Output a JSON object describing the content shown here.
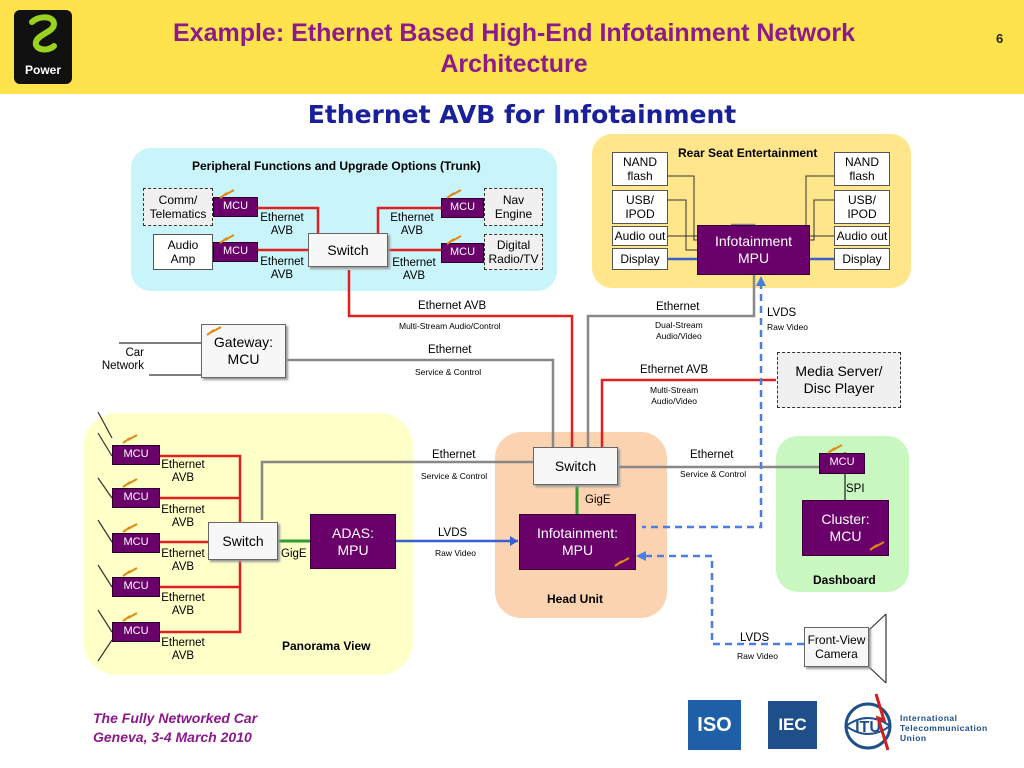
{
  "header": {
    "logo_text": "Power",
    "title_line1": "Example:  Ethernet Based High-End Infotainment Network",
    "title_line2": "Architecture",
    "slide_number": "6"
  },
  "subtitle": "Ethernet AVB for Infotainment",
  "colors": {
    "header_bg": "#ffe34d",
    "title": "#8b1a8b",
    "subtitle": "#1a2099",
    "avb_link": "#e02020",
    "ethernet_link": "#888888",
    "gige_link": "#2e9c2e",
    "lvds_link": "#4a7ee0",
    "mcu": "#6a006a"
  },
  "peripheral": {
    "title": "Peripheral Functions and Upgrade Options (Trunk)",
    "comm_telematics": [
      "Comm/",
      "Telematics"
    ],
    "audio_amp": [
      "Audio",
      "Amp"
    ],
    "nav_engine": [
      "Nav",
      "Engine"
    ],
    "digital_radio": [
      "Digital",
      "Radio/TV"
    ],
    "mcu": "MCU",
    "switch": "Switch",
    "eth_avb": [
      "Ethernet",
      "AVB"
    ]
  },
  "rear_seat": {
    "title": "Rear Seat Entertainment",
    "nand_flash": [
      "NAND",
      "flash"
    ],
    "usb_ipod": [
      "USB/",
      "IPOD"
    ],
    "audio_out": "Audio out",
    "display": "Display",
    "mpu": [
      "Infotainment",
      "MPU"
    ]
  },
  "links": {
    "eth_avb_top": "Ethernet AVB",
    "multi_stream_ac": "Multi-Stream Audio/Control",
    "ethernet_top": "Ethernet",
    "dual_stream": [
      "Dual-Stream",
      "Audio/Video"
    ],
    "lvds_top": "LVDS",
    "raw_video": "Raw Video",
    "ethernet_gw": "Ethernet",
    "service_control": "Service & Control",
    "eth_avb_media": "Ethernet AVB",
    "multi_stream_av": [
      "Multi-Stream",
      "Audio/Video"
    ],
    "ethernet_pano": "Ethernet",
    "ethernet_dash": "Ethernet",
    "gige": "GigE",
    "lvds_adas": "LVDS",
    "lvds_cam": "LVDS",
    "spi": "SPI"
  },
  "car_network": [
    "Car",
    "Network"
  ],
  "gateway": [
    "Gateway:",
    "MCU"
  ],
  "media_server": [
    "Media Server/",
    "Disc Player"
  ],
  "panorama": {
    "title": "Panorama View",
    "mcu": "MCU",
    "eth_avb": [
      "Ethernet",
      "AVB"
    ],
    "switch": "Switch",
    "adas": [
      "ADAS:",
      "MPU"
    ],
    "gige": "GigE"
  },
  "head_unit": {
    "title": "Head Unit",
    "switch": "Switch",
    "mpu": [
      "Infotainment:",
      "MPU"
    ]
  },
  "dashboard": {
    "title": "Dashboard",
    "mcu": "MCU",
    "cluster": [
      "Cluster:",
      "MCU"
    ]
  },
  "camera": [
    "Front-View",
    "Camera"
  ],
  "footer": {
    "line1": "The Fully Networked Car",
    "line2": "Geneva, 3-4 March 2010"
  },
  "logos": {
    "iso": "ISO",
    "iec": "IEC",
    "itu": "ITU",
    "itu_name": [
      "International",
      "Telecommunication",
      "Union"
    ]
  }
}
